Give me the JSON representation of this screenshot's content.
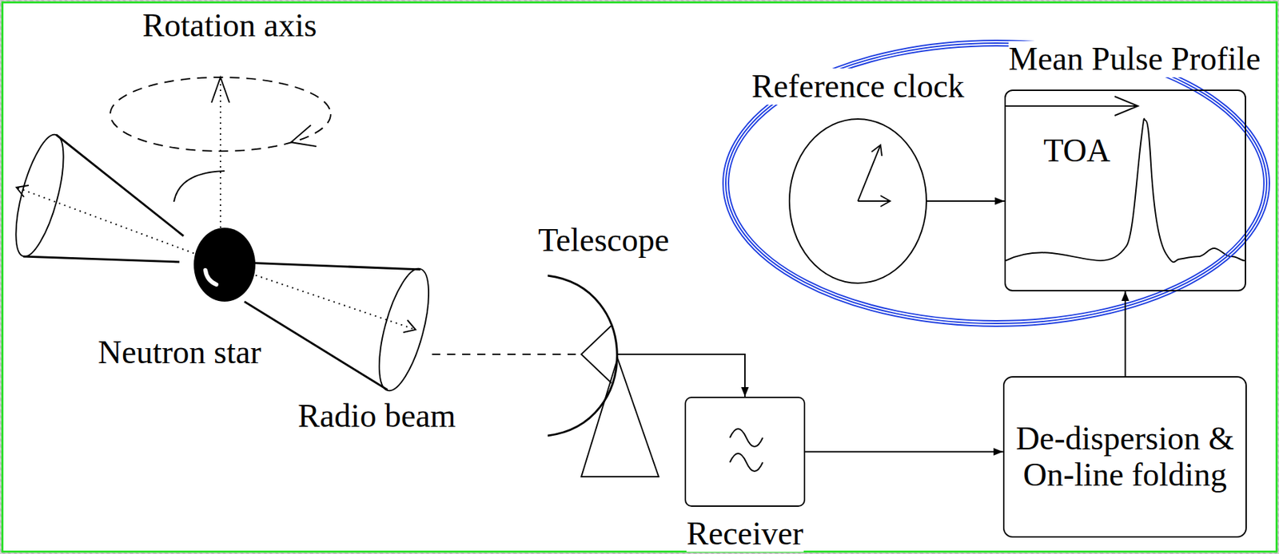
{
  "diagram": {
    "nodes": [
      {
        "text": [
          "Telescope"
        ]
      },
      {
        "text": [
          "Receiver"
        ]
      },
      {
        "text": [
          "De-dispersion & On-line folding"
        ]
      },
      {
        "text": [
          "Reference clock"
        ]
      },
      {
        "text": [
          "Mean Pulse Profile",
          "TOA"
        ]
      }
    ],
    "edges": [
      {
        "from": 0,
        "to": 1,
        "arrow": "to"
      },
      {
        "from": 1,
        "to": 2,
        "arrow": "to"
      },
      {
        "from": 2,
        "to": 4,
        "arrow": "to"
      },
      {
        "from": 3,
        "to": 4,
        "arrow": "to"
      }
    ],
    "labels": [
      "Rotation axis",
      "Neutron star",
      "Radio beam"
    ]
  }
}
